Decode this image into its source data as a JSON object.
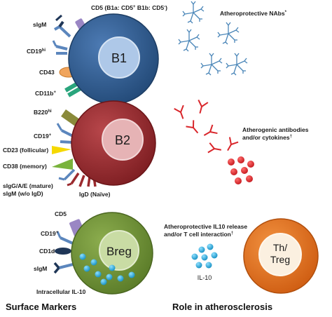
{
  "cells": {
    "b1": {
      "name": "B1",
      "membrane_color": "#2f5a8f",
      "nucleus_color": "#aec8e8"
    },
    "b2": {
      "name": "B2",
      "membrane_color": "#9b2a2e",
      "nucleus_color": "#e6b3b5"
    },
    "breg": {
      "name": "Breg",
      "membrane_color": "#6f9235",
      "nucleus_color": "#c9dca4"
    },
    "treg": {
      "name_line1": "Th/",
      "name_line2": "Treg",
      "membrane_color": "#e07020",
      "nucleus_color": "#fbf0e0"
    }
  },
  "b1_markers": {
    "cd5": "CD5 (B1a: CD5",
    "cd5_sup1": "+",
    "cd5_mid": " B1b: CD5",
    "cd5_sup2": "-",
    "cd5_end": ")",
    "sigm": "sIgM",
    "cd19": "CD19",
    "cd19_sup": "hi",
    "cd43": "CD43",
    "cd11b": "CD11b",
    "cd11b_sup": "+"
  },
  "b2_markers": {
    "b220": "B220",
    "b220_sup": "hi",
    "cd19": "CD19",
    "cd19_sup": "+",
    "cd23": "CD23 (follicular)",
    "cd38": "CD38  (memory)",
    "sig_mature": "sIgG/A/E (mature)",
    "sigm_wo_igd": "sIgM (w/o IgD)",
    "igd": "IgD (Naïve)"
  },
  "breg_markers": {
    "cd5": "CD5",
    "cd19": "CD19",
    "cd19_sup": "+",
    "cd1d": "CD1d",
    "sigm": "sIgM",
    "il10_intracellular": "Intracellular IL-10"
  },
  "roles": {
    "b1_line1": "Atheroprotective NAbs",
    "b1_line1_sup": "*",
    "b2_line1": "Atherogenic antibodies",
    "b2_line2": "and/or cytokines",
    "b2_line2_sup": "†",
    "breg_line1": "Atheroprotective IL10 release",
    "breg_line2": "and/or T cell interaction",
    "breg_line2_sup": "†",
    "il10": "IL-10"
  },
  "footer": {
    "left": "Surface Markers",
    "right": "Role in atherosclerosis"
  },
  "colors": {
    "receptor_blue": "#5b86bd",
    "receptor_navy": "#1f3657",
    "cd5_purple": "#9a86c4",
    "cd43_orange": "#f0a45c",
    "cd11b_teal": "#2aa57d",
    "b220_olive": "#8a8a3a",
    "cd23_yellow": "#f5d800",
    "cd38_green": "#79b33c",
    "ab_red": "#d9262b",
    "il10_cyan": "#2aa9d8",
    "nab_blue": "#4a86b8"
  }
}
